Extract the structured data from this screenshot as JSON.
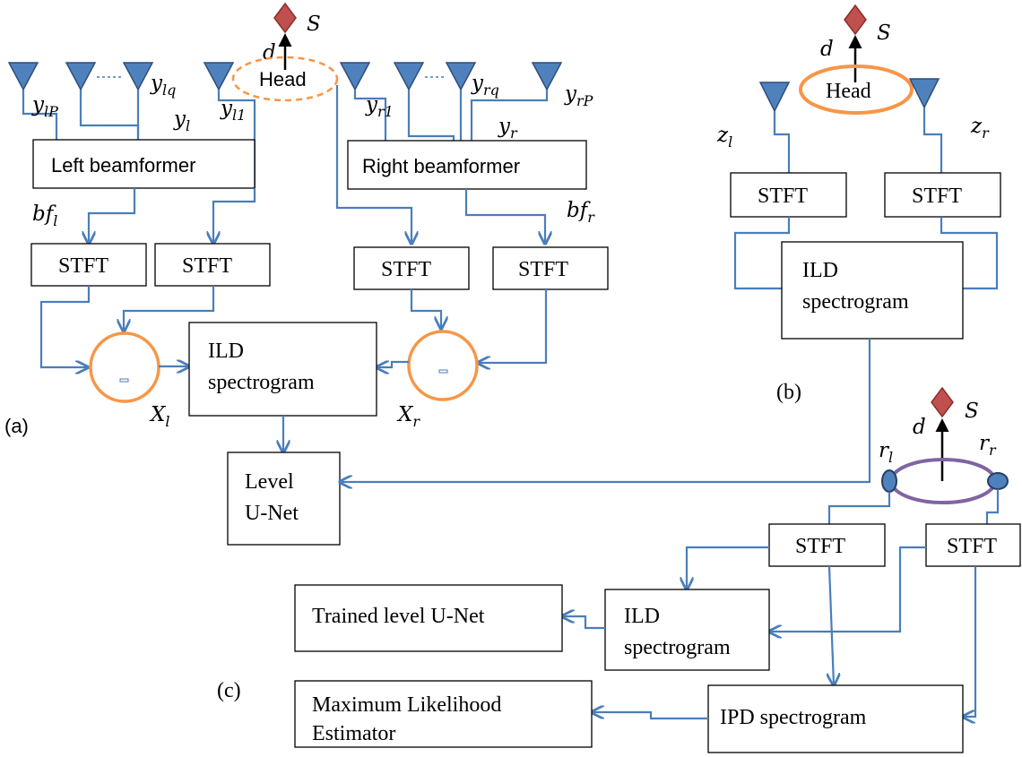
{
  "source": {
    "symbol": "S",
    "distance_symbol": "d",
    "color": "#c0504d"
  },
  "labels": {
    "head": "Head",
    "panel_a": "(a)",
    "panel_b": "(b)",
    "panel_c": "(c)"
  },
  "panel_a": {
    "left_beamformer": "Left beamformer",
    "right_beamformer": "Right beamformer",
    "stft": "STFT",
    "ild": [
      "ILD",
      "spectrogram"
    ],
    "level_unet": [
      "Level",
      "U-Net"
    ],
    "signals": {
      "y_lP": {
        "base": "y",
        "sub": "lP"
      },
      "y_lq": {
        "base": "y",
        "sub": "lq"
      },
      "y_l1": {
        "base": "y",
        "sub": "l1"
      },
      "y_l": {
        "base": "y",
        "sub": "l"
      },
      "y_r1": {
        "base": "y",
        "sub": "r1"
      },
      "y_rq": {
        "base": "y",
        "sub": "rq"
      },
      "y_rP": {
        "base": "y",
        "sub": "rP"
      },
      "y_r": {
        "base": "y",
        "sub": "r"
      },
      "bf_l": {
        "base": "bf",
        "sub": "l"
      },
      "bf_r": {
        "base": "bf",
        "sub": "r"
      },
      "X_l": {
        "base": "X",
        "sub": "l"
      },
      "X_r": {
        "base": "X",
        "sub": "r"
      }
    }
  },
  "panel_b": {
    "stft": "STFT",
    "ild": [
      "ILD",
      "spectrogram"
    ],
    "z_l": {
      "base": "z",
      "sub": "l"
    },
    "z_r": {
      "base": "z",
      "sub": "r"
    }
  },
  "panel_c": {
    "stft": "STFT",
    "ild": [
      "ILD",
      "spectrogram"
    ],
    "ipd": "IPD spectrogram",
    "trained": "Trained level U-Net",
    "mle": [
      "Maximum Likelihood",
      "Estimator"
    ],
    "r_l": {
      "base": "r",
      "sub": "l"
    },
    "r_r": {
      "base": "r",
      "sub": "r"
    }
  },
  "colors": {
    "wire": "#4a7ebb",
    "antenna": "#4f81bd",
    "ring": "#f79646",
    "ring_c": "#8064a2"
  }
}
